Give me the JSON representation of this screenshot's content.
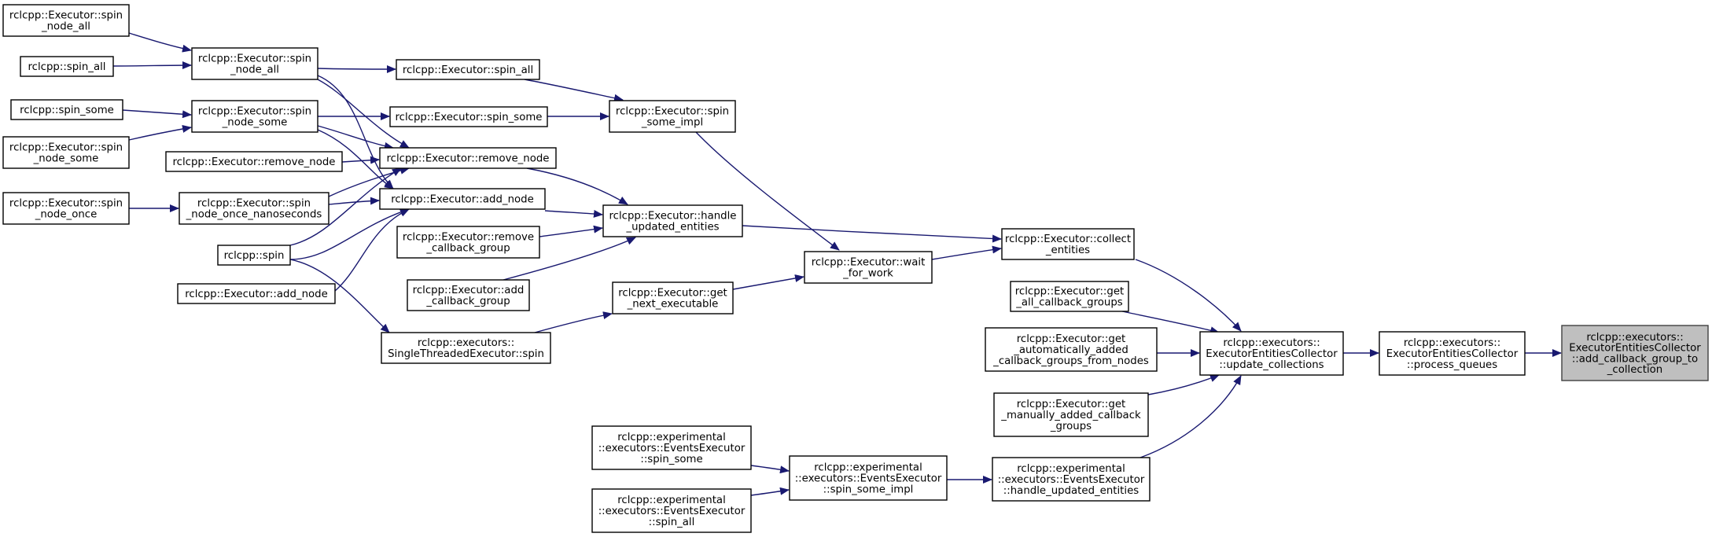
{
  "graph": {
    "colors": {
      "edge": "#191970",
      "node_border": "#000000",
      "focus_fill": "#bfbfbf",
      "background": "#ffffff"
    },
    "nodes": [
      {
        "id": "focus",
        "lines": [
          "rclcpp::executors::",
          "ExecutorEntitiesCollector",
          "::add_callback_group_to",
          "_collection"
        ],
        "focus": true
      },
      {
        "id": "process_queues",
        "lines": [
          "rclcpp::executors::",
          "ExecutorEntitiesCollector",
          "::process_queues"
        ]
      },
      {
        "id": "update_collections",
        "lines": [
          "rclcpp::executors::",
          "ExecutorEntitiesCollector",
          "::update_collections"
        ]
      },
      {
        "id": "collect_entities",
        "lines": [
          "rclcpp::Executor::collect",
          "_entities"
        ]
      },
      {
        "id": "get_all_cbg",
        "lines": [
          "rclcpp::Executor::get",
          "_all_callback_groups"
        ]
      },
      {
        "id": "get_auto_cbg",
        "lines": [
          "rclcpp::Executor::get",
          "_automatically_added",
          "_callback_groups_from_nodes"
        ]
      },
      {
        "id": "get_manual_cbg",
        "lines": [
          "rclcpp::Executor::get",
          "_manually_added_callback",
          "_groups"
        ]
      },
      {
        "id": "ee_handle",
        "lines": [
          "rclcpp::experimental",
          "::executors::EventsExecutor",
          "::handle_updated_entities"
        ]
      },
      {
        "id": "handle_updated",
        "lines": [
          "rclcpp::Executor::handle",
          "_updated_entities"
        ]
      },
      {
        "id": "wait_for_work",
        "lines": [
          "rclcpp::Executor::wait",
          "_for_work"
        ]
      },
      {
        "id": "spin_some_impl",
        "lines": [
          "rclcpp::Executor::spin",
          "_some_impl"
        ]
      },
      {
        "id": "get_next_exec",
        "lines": [
          "rclcpp::Executor::get",
          "_next_executable"
        ]
      },
      {
        "id": "ee_spin_some_impl",
        "lines": [
          "rclcpp::experimental",
          "::executors::EventsExecutor",
          "::spin_some_impl"
        ]
      },
      {
        "id": "remove_node",
        "lines": [
          "rclcpp::Executor::remove_node"
        ]
      },
      {
        "id": "add_node_a",
        "lines": [
          "rclcpp::Executor::add_node"
        ]
      },
      {
        "id": "remove_cbg",
        "lines": [
          "rclcpp::Executor::remove",
          "_callback_group"
        ]
      },
      {
        "id": "add_cbg",
        "lines": [
          "rclcpp::Executor::add",
          "_callback_group"
        ]
      },
      {
        "id": "spin_all_exec",
        "lines": [
          "rclcpp::Executor::spin_all"
        ]
      },
      {
        "id": "spin_some_exec",
        "lines": [
          "rclcpp::Executor::spin_some"
        ]
      },
      {
        "id": "ste_spin",
        "lines": [
          "rclcpp::executors::",
          "SingleThreadedExecutor::spin"
        ]
      },
      {
        "id": "ee_spin_some",
        "lines": [
          "rclcpp::experimental",
          "::executors::EventsExecutor",
          "::spin_some"
        ]
      },
      {
        "id": "ee_spin_all",
        "lines": [
          "rclcpp::experimental",
          "::executors::EventsExecutor",
          "::spin_all"
        ]
      },
      {
        "id": "spin_node_all",
        "lines": [
          "rclcpp::Executor::spin",
          "_node_all"
        ]
      },
      {
        "id": "spin_node_some",
        "lines": [
          "rclcpp::Executor::spin",
          "_node_some"
        ]
      },
      {
        "id": "spin_node_once_ns",
        "lines": [
          "rclcpp::Executor::spin",
          "_node_once_nanoseconds"
        ]
      },
      {
        "id": "remove_node_caller",
        "lines": [
          "rclcpp::Executor::remove_node"
        ]
      },
      {
        "id": "spin",
        "lines": [
          "rclcpp::spin"
        ]
      },
      {
        "id": "add_node_b",
        "lines": [
          "rclcpp::Executor::add_node"
        ]
      },
      {
        "id": "spin_node_all_2",
        "lines": [
          "rclcpp::Executor::spin",
          "_node_all"
        ]
      },
      {
        "id": "spin_all",
        "lines": [
          "rclcpp::spin_all"
        ]
      },
      {
        "id": "spin_some",
        "lines": [
          "rclcpp::spin_some"
        ]
      },
      {
        "id": "spin_node_some_2",
        "lines": [
          "rclcpp::Executor::spin",
          "_node_some"
        ]
      },
      {
        "id": "spin_node_once",
        "lines": [
          "rclcpp::Executor::spin",
          "_node_once"
        ]
      }
    ]
  }
}
